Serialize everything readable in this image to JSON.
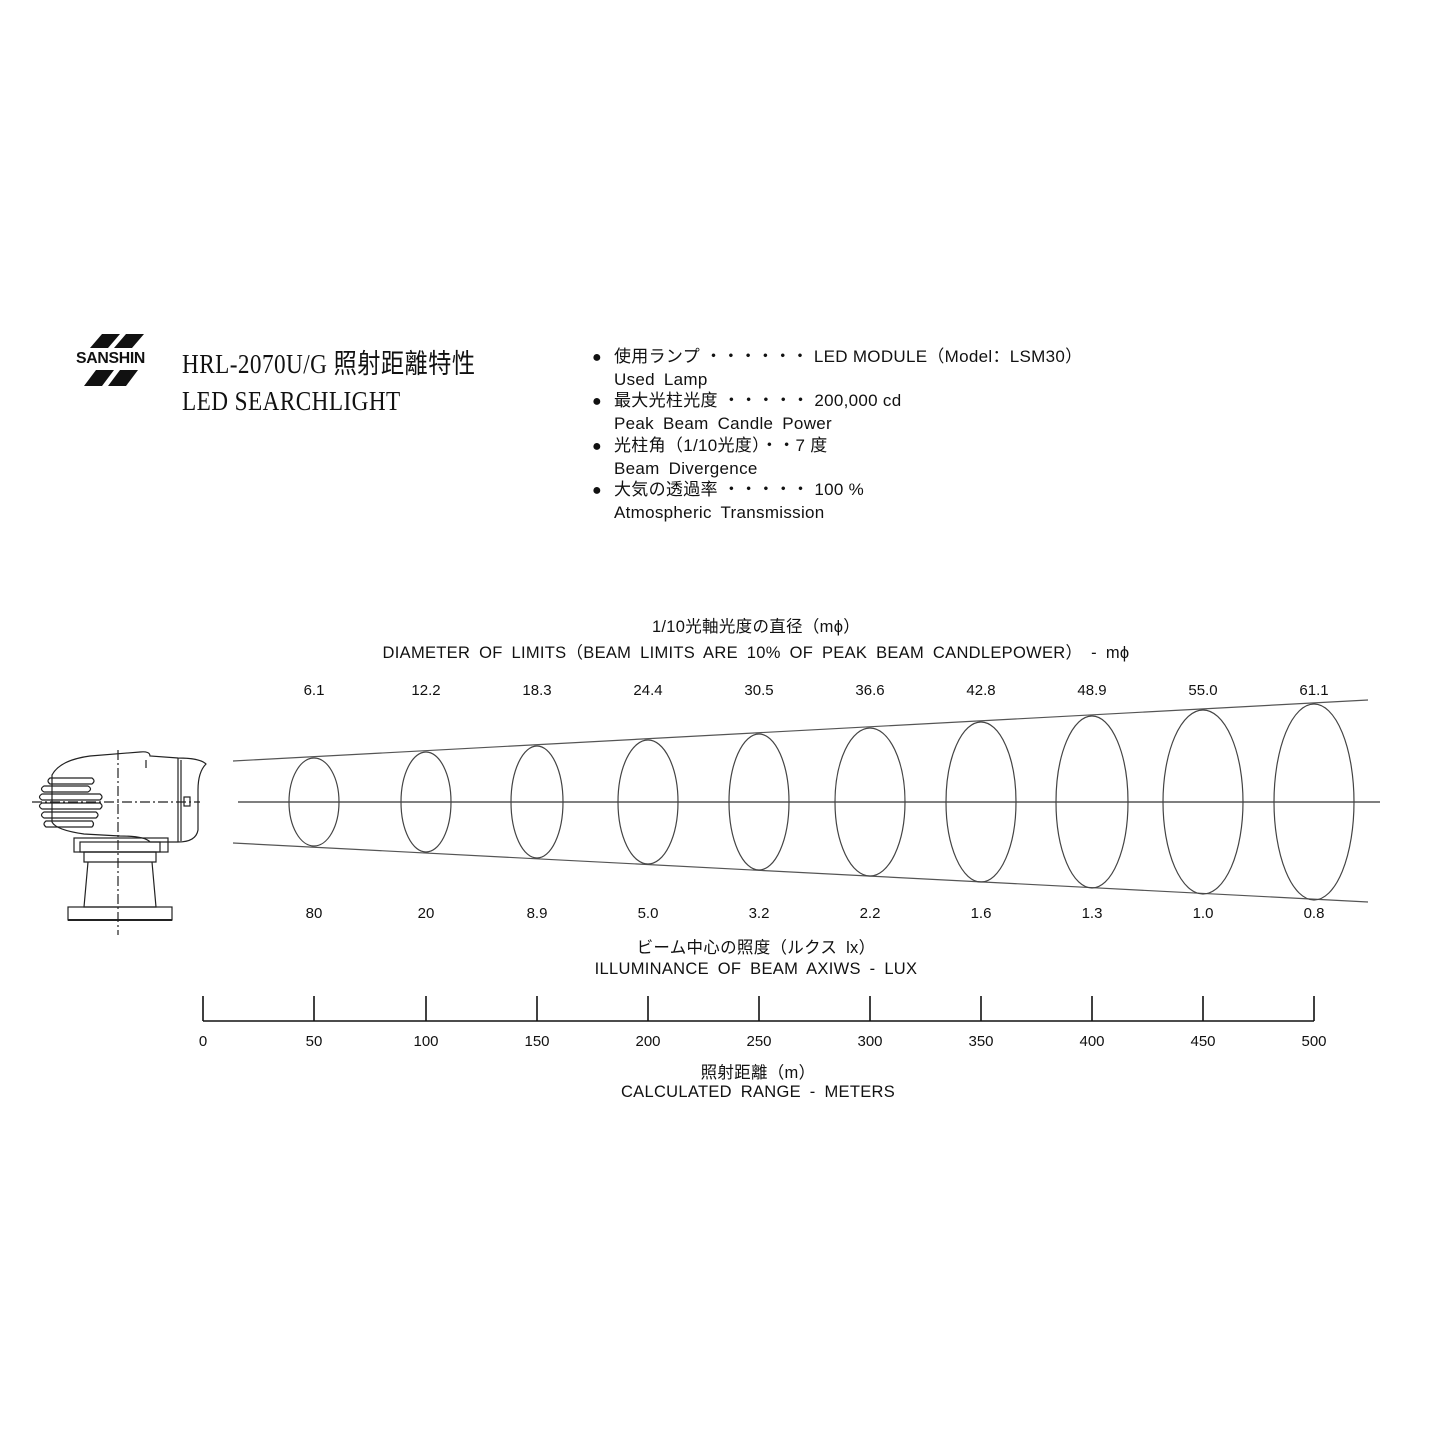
{
  "brand": {
    "logo_text": "SANSHIN",
    "logo_icon": "sanshin-parallelogram-logo-icon"
  },
  "header": {
    "title_line1": "HRL-2070U/G 照射距離特性",
    "title_line2": "LED SEARCHLIGHT"
  },
  "specs": [
    {
      "bullet": "●",
      "jp": "使用ランプ ・・・・・・ LED MODULE（Model：LSM30）",
      "en": "Used Lamp"
    },
    {
      "bullet": "●",
      "jp": "最大光柱光度 ・・・・・ 200,000 cd",
      "en": "Peak Beam Candle Power"
    },
    {
      "bullet": "●",
      "jp": "光柱角（1/10光度）・・7 度",
      "en": "Beam Divergence"
    },
    {
      "bullet": "●",
      "jp": "大気の透過率 ・・・・・ 100 %",
      "en": "Atmospheric Transmission"
    }
  ],
  "diameter_header": {
    "jp": "1/10光軸光度の直径（mϕ）",
    "en": "DIAMETER OF LIMITS（BEAM LIMITS ARE 10% OF PEAK BEAM CANDLEPOWER） - mϕ"
  },
  "illuminance_header": {
    "jp": "ビーム中心の照度（ルクス lx）",
    "en": "ILLUMINANCE OF BEAM AXIWS - LUX"
  },
  "range_header": {
    "jp": "照射距離（m）",
    "en": "CALCULATED RANGE - METERS"
  },
  "drawing": {
    "icon": "searchlight-side-view-icon"
  },
  "chart_data": {
    "type": "table",
    "title": "HRL-2070U/G LED SEARCHLIGHT — Beam range characteristics",
    "xlabel": "CALCULATED RANGE - METERS",
    "x_ticks": [
      0,
      50,
      100,
      150,
      200,
      250,
      300,
      350,
      400,
      450,
      500
    ],
    "x": [
      50,
      100,
      150,
      200,
      250,
      300,
      350,
      400,
      450,
      500
    ],
    "series": [
      {
        "name": "Diameter of limits (m)",
        "values": [
          6.1,
          12.2,
          18.3,
          24.4,
          30.5,
          36.6,
          42.8,
          48.9,
          55.0,
          61.1
        ]
      },
      {
        "name": "Illuminance of beam axis (lux)",
        "values": [
          80,
          20,
          8.9,
          5.0,
          3.2,
          2.2,
          1.6,
          1.3,
          1.0,
          0.8
        ]
      }
    ],
    "diameter_labels": [
      "6.1",
      "12.2",
      "18.3",
      "24.4",
      "30.5",
      "36.6",
      "42.8",
      "48.9",
      "55.0",
      "61.1"
    ],
    "illuminance_labels": [
      "80",
      "20",
      "8.9",
      "5.0",
      "3.2",
      "2.2",
      "1.6",
      "1.3",
      "1.0",
      "0.8"
    ],
    "tick_labels": [
      "0",
      "50",
      "100",
      "150",
      "200",
      "250",
      "300",
      "350",
      "400",
      "450",
      "500"
    ],
    "xlim": [
      0,
      500
    ]
  }
}
